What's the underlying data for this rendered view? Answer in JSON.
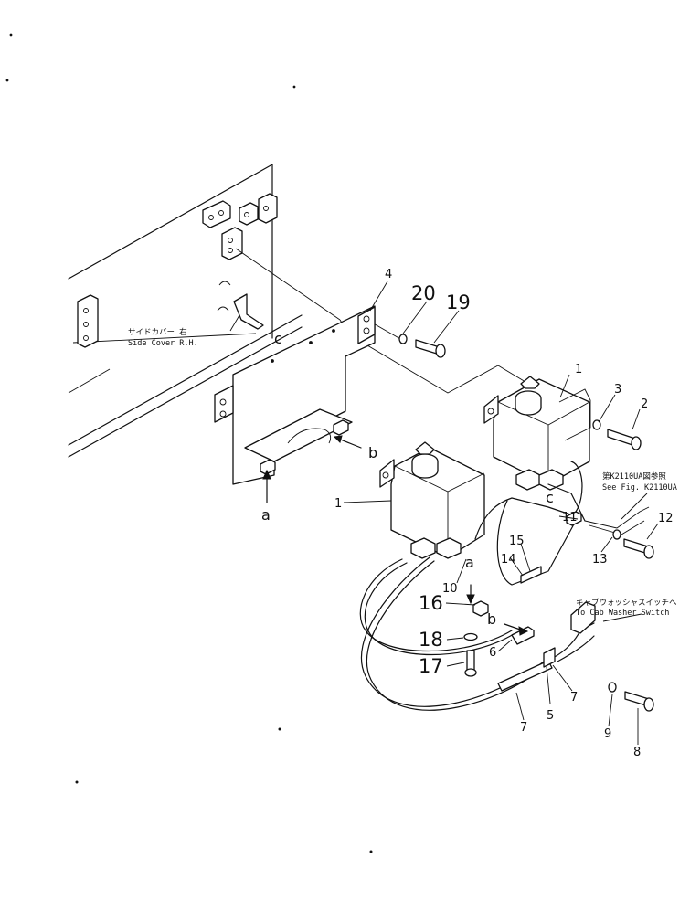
{
  "labels": {
    "side_cover_jp": "サイドカバー  右",
    "side_cover_en": "Side Cover  R.H.",
    "see_fig_jp": "第K2110UA図参照",
    "see_fig_en": "See Fig. K2110UA",
    "to_cab_jp": "キャブウォッシャスイッチへ",
    "to_cab_en": "To Cab Washer Switch"
  },
  "callouts": {
    "p1": "1",
    "p1b": "1",
    "p2": "2",
    "p3": "3",
    "p4": "4",
    "p5": "5",
    "p6": "6",
    "p7": "7",
    "p7b": "7",
    "p8": "8",
    "p9": "9",
    "p10": "10",
    "p11": "11",
    "p12": "12",
    "p13": "13",
    "p14": "14",
    "p15": "15",
    "p16": "16",
    "p17": "17",
    "p18": "18",
    "p19": "19",
    "p20": "20"
  },
  "letters": {
    "a1": "a",
    "a2": "a",
    "b1": "b",
    "b2": "b",
    "c1": "c",
    "c2": "c"
  }
}
